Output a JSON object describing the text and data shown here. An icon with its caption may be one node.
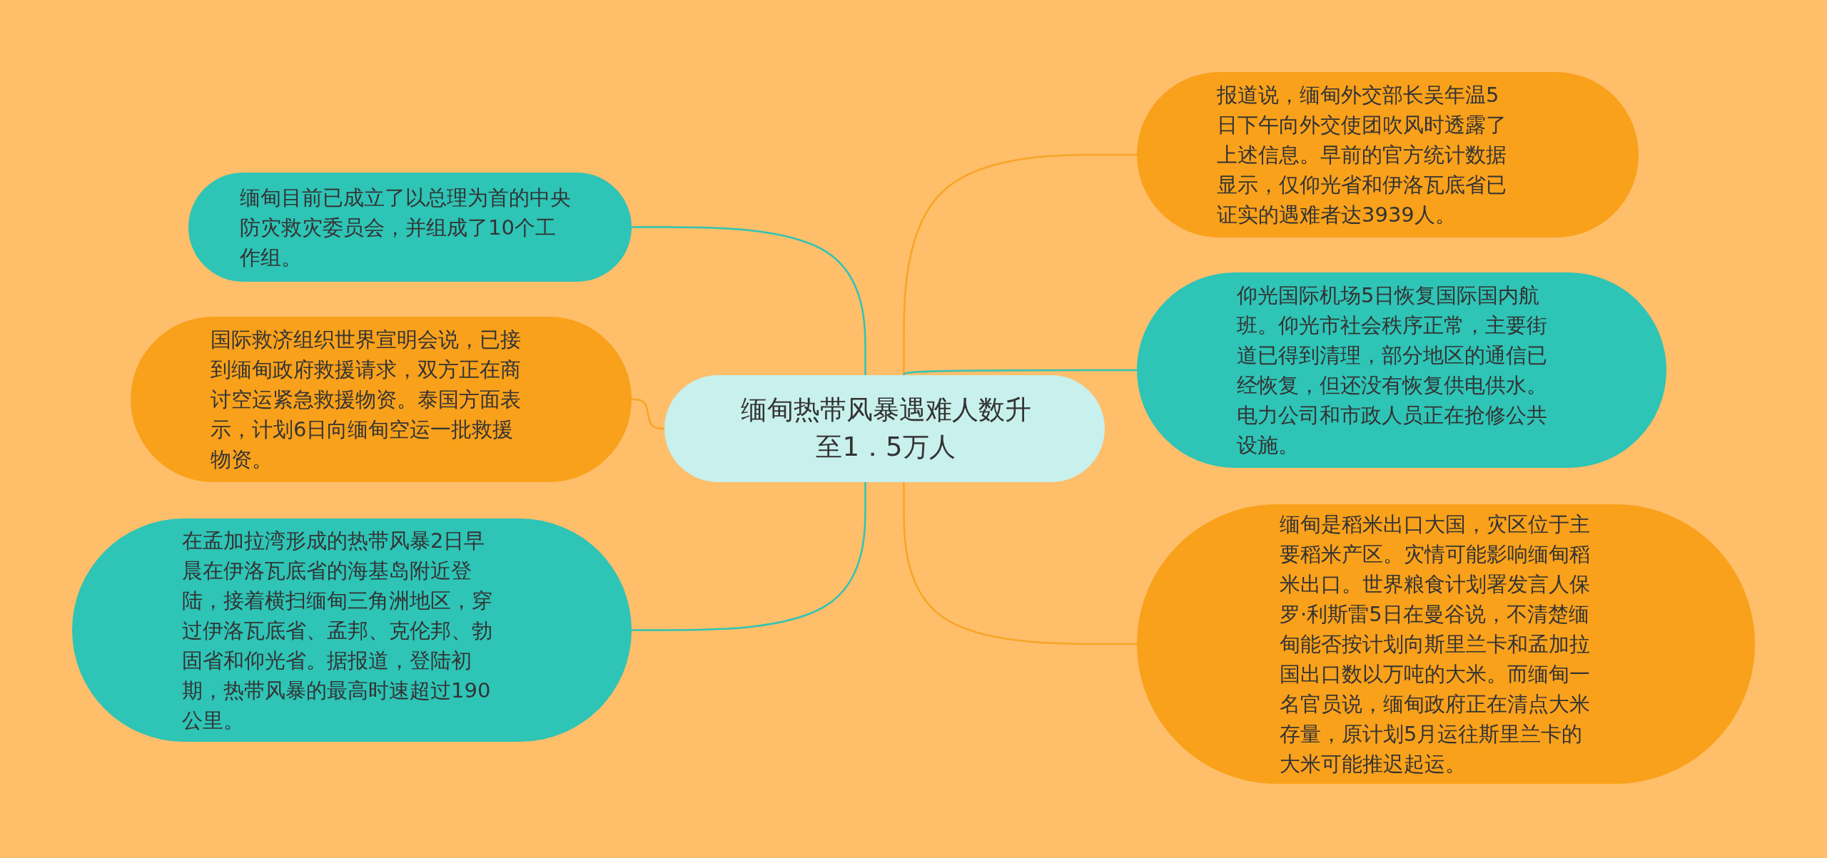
{
  "diagram": {
    "nodes": [
      {
        "text": [
          "缅甸热带风暴遇难人数升至1．5万人"
        ]
      },
      {
        "text": [
          "缅甸目前已成立了以总理为首的中央防灾救灾委员会，并组成了10个工作组。"
        ]
      },
      {
        "text": [
          "国际救济组织世界宣明会说，已接到缅甸政府救援请求，双方正在商讨空运紧急救援物资。泰国方面表示，计划6日向缅甸空运一批救援物资。"
        ]
      },
      {
        "text": [
          "在孟加拉湾形成的热带风暴2日早晨在伊洛瓦底省的海基岛附近登陆，接着横扫缅甸三角洲地区，穿过伊洛瓦底省、孟邦、克伦邦、勃固省和仰光省。据报道，登陆初期，热带风暴的最高时速超过190公里。"
        ]
      },
      {
        "text": [
          "报道说，缅甸外交部长吴年温5日下午向外交使团吹风时透露了上述信息。早前的官方统计数据显示，仅仰光省和伊洛瓦底省已证实的遇难者达3939人。"
        ]
      },
      {
        "text": [
          "仰光国际机场5日恢复国际国内航班。仰光市社会秩序正常，主要街道已得到清理，部分地区的通信已经恢复，但还没有恢复供电供水。电力公司和市政人员正在抢修公共设施。"
        ]
      },
      {
        "text": [
          "缅甸是稻米出口大国，灾区位于主要稻米产区。灾情可能影响缅甸稻米出口。世界粮食计划署发言人保罗·利斯雷5日在曼谷说，不清楚缅甸能否按计划向斯里兰卡和孟加拉国出口数以万吨的大米。而缅甸一名官员说，缅甸政府正在清点大米存量，原计划5月运往斯里兰卡的大米可能推迟起运。"
        ]
      }
    ],
    "edges": [
      {
        "from": 0,
        "to": 1,
        "arrow": "none"
      },
      {
        "from": 0,
        "to": 2,
        "arrow": "none",
        "color": "#f5a623"
      },
      {
        "from": 0,
        "to": 3,
        "arrow": "none"
      },
      {
        "from": 0,
        "to": 4,
        "arrow": "none",
        "color": "#f5a623"
      },
      {
        "from": 0,
        "to": 5,
        "arrow": "none"
      },
      {
        "from": 0,
        "to": 6,
        "arrow": "none",
        "color": "#f5a623"
      }
    ]
  }
}
